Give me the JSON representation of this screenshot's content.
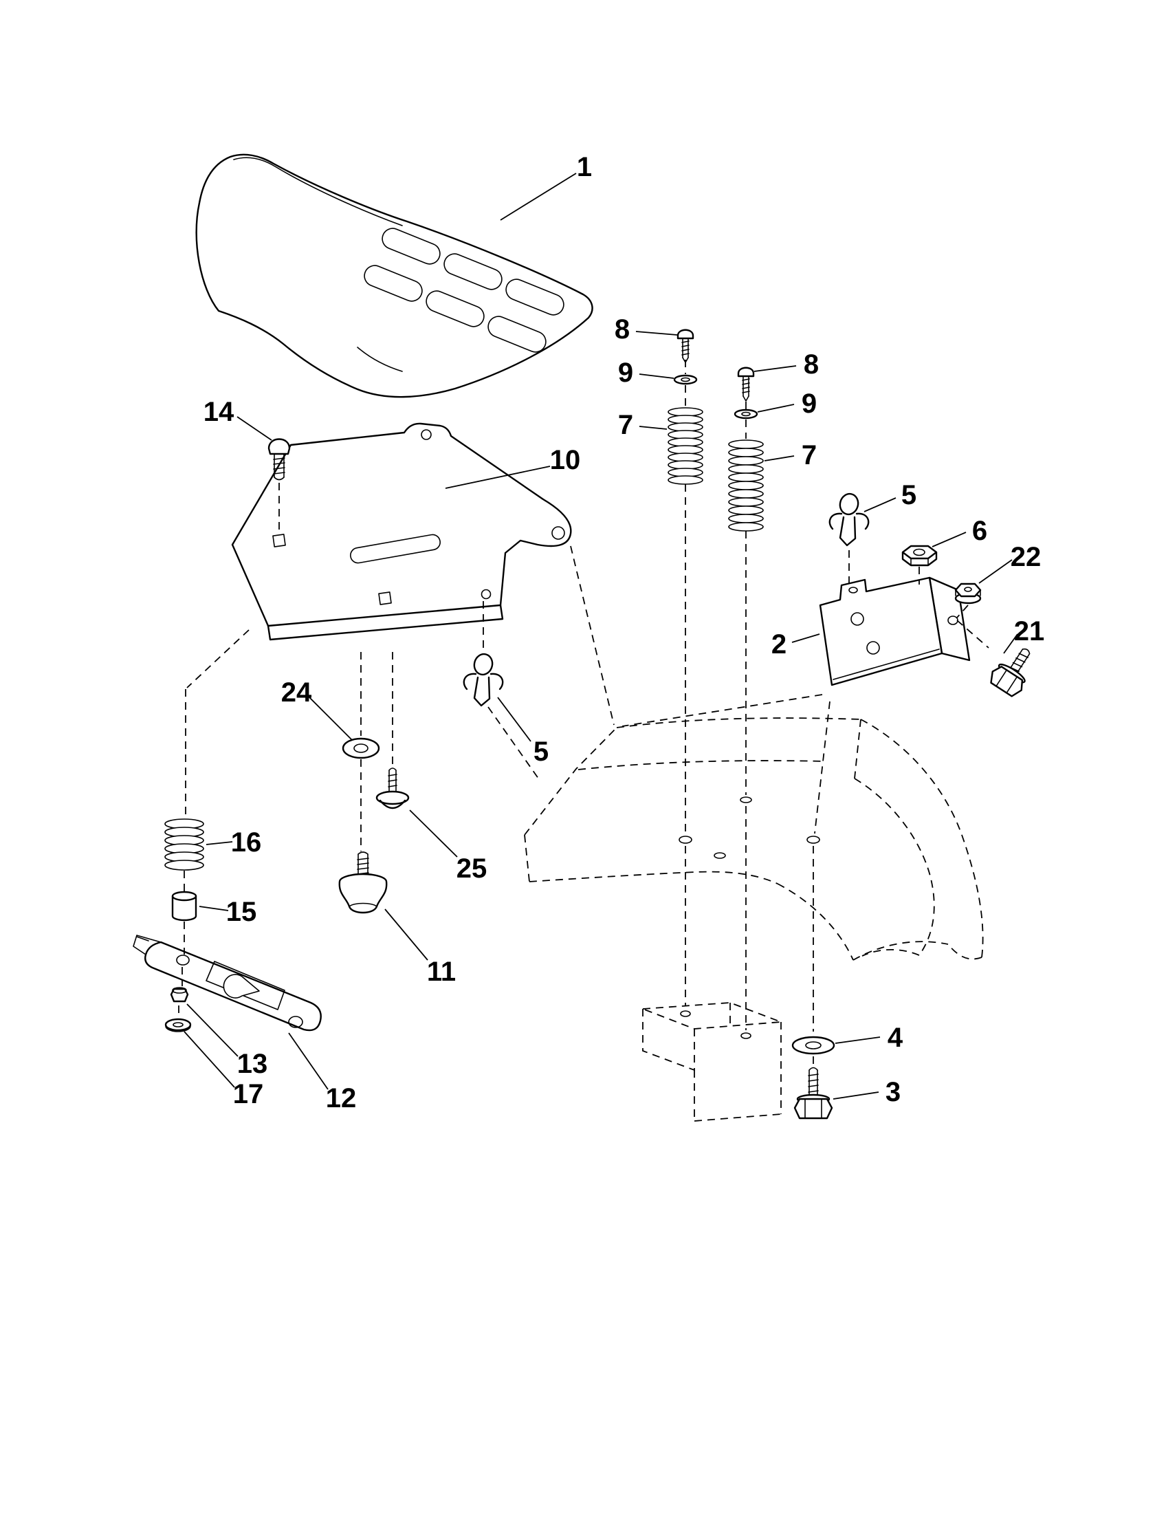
{
  "diagram": {
    "background_color": "#ffffff",
    "line_color": "#000000",
    "callouts": {
      "c1": "1",
      "c2": "2",
      "c3": "3",
      "c4": "4",
      "c5": "5",
      "c6": "6",
      "c7": "7",
      "c8": "8",
      "c9": "9",
      "c10": "10",
      "c11": "11",
      "c12": "12",
      "c13": "13",
      "c14": "14",
      "c15": "15",
      "c16": "16",
      "c17": "17",
      "c21": "21",
      "c22": "22",
      "c24": "24",
      "c25": "25"
    }
  }
}
